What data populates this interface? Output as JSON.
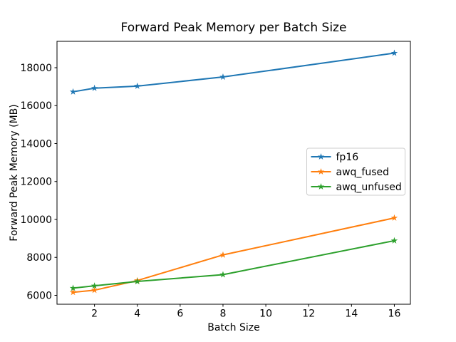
{
  "chart_data": {
    "type": "line",
    "title": "Forward Peak Memory per Batch Size",
    "xlabel": "Batch Size",
    "ylabel": "Forward Peak Memory (MB)",
    "x": [
      1,
      2,
      4,
      8,
      16
    ],
    "series": [
      {
        "name": "fp16",
        "color": "#1f77b4",
        "values": [
          16730,
          16920,
          17030,
          17510,
          18770
        ]
      },
      {
        "name": "awq_fused",
        "color": "#ff7f0e",
        "values": [
          6160,
          6270,
          6780,
          8130,
          10080
        ]
      },
      {
        "name": "awq_unfused",
        "color": "#2ca02c",
        "values": [
          6380,
          6500,
          6730,
          7090,
          8880
        ]
      }
    ],
    "marker": "star",
    "line_style": "solid",
    "xlim": [
      0.25,
      16.75
    ],
    "ylim": [
      5530,
      19390
    ],
    "xticks": [
      2,
      4,
      6,
      8,
      10,
      12,
      14,
      16
    ],
    "yticks": [
      6000,
      8000,
      10000,
      12000,
      14000,
      16000,
      18000
    ],
    "grid": false,
    "legend": {
      "position": "center right",
      "entries": [
        "fp16",
        "awq_fused",
        "awq_unfused"
      ],
      "border_color": "#cccccc",
      "background": "#ffffff"
    },
    "colors": {
      "background": "#ffffff",
      "spine": "#000000",
      "text": "#000000"
    }
  }
}
